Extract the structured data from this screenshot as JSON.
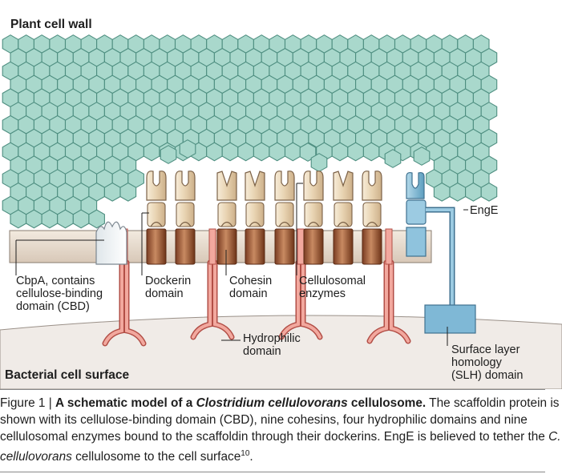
{
  "labels": {
    "plant_cell_wall": "Plant cell wall",
    "bacterial_cell_surface": "Bacterial cell surface",
    "enge": "EngE",
    "cbpa": [
      "CbpA, contains",
      "cellulose-binding",
      "domain (CBD)"
    ],
    "dockerin": [
      "Dockerin",
      "domain"
    ],
    "cohesin": [
      "Cohesin",
      "domain"
    ],
    "cellulosomal": [
      "Cellulosomal",
      "enzymes"
    ],
    "hydrophilic": [
      "Hydrophilic",
      "domain"
    ],
    "slh": [
      "Surface layer",
      "homology",
      "(SLH) domain"
    ]
  },
  "caption": {
    "fig_label": "Figure 1 | ",
    "title_a": "A schematic model of a ",
    "title_italic": "Clostridium cellulovorans",
    "title_b": " cellulosome.",
    "body_1": " The scaffoldin protein is shown with its cellulose-binding domain (CBD), nine cohesins, four hydrophilic domains and nine cellulosomal enzymes bound to the scaffoldin through their dockerins. EngE is believed to tether the ",
    "body_italic": "C. cellulovorans",
    "body_2": " cellulosome to the cell surface",
    "ref": "10",
    "end": "."
  },
  "colors": {
    "hexagon_fill": "#a9d8cc",
    "hexagon_stroke": "#4e8e80",
    "cohesin_fill": "#a8633f",
    "enzyme_fill": "#ecdcc0",
    "hydrophilic_fill": "#f2a89e",
    "enge_fill": "#8cc0da",
    "cell_surface_fill": "#f0ebe7"
  }
}
